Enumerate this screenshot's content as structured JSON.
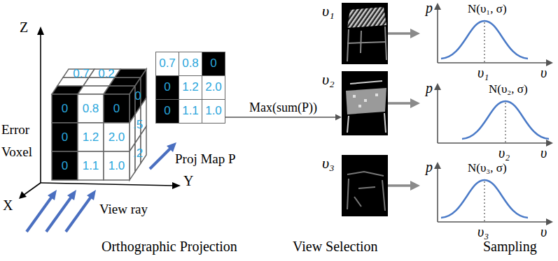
{
  "diagram": {
    "nodes": [
      {
        "text": [
          "Proj Map P",
          "0.7",
          "0.8",
          "0",
          "0",
          "1.2",
          "2.0",
          "0",
          "1.1",
          "1.0"
        ]
      },
      {
        "text": [
          "υ₁"
        ]
      },
      {
        "text": [
          "υ₂"
        ]
      },
      {
        "text": [
          "υ₃"
        ]
      },
      {
        "text": [
          "p",
          "N(υ₁, σ)",
          "υ₁",
          "υ"
        ]
      },
      {
        "text": [
          "p",
          "N(υ₂, σ)",
          "υ₂",
          "υ"
        ]
      },
      {
        "text": [
          "p",
          "N(υ₃, σ)",
          "υ₃",
          "υ"
        ]
      }
    ],
    "edges": [
      {
        "from": 0,
        "to": 2,
        "arrow": "to",
        "label": "Max(sum(P))"
      },
      {
        "from": 1,
        "to": 4,
        "arrow": "to"
      },
      {
        "from": 2,
        "to": 5,
        "arrow": "to"
      },
      {
        "from": 3,
        "to": 6,
        "arrow": "to"
      }
    ],
    "labels": [
      "Z",
      "X",
      "Y",
      "Error Voxel",
      "View ray",
      "0.7",
      "0.2",
      "0",
      "0.8",
      "0",
      "0",
      "1.2",
      "2.0",
      "0",
      "1.1",
      "1.0",
      "0",
      ".5",
      ".2",
      "Orthographic Projection",
      "View Selection",
      "Sampling"
    ]
  }
}
